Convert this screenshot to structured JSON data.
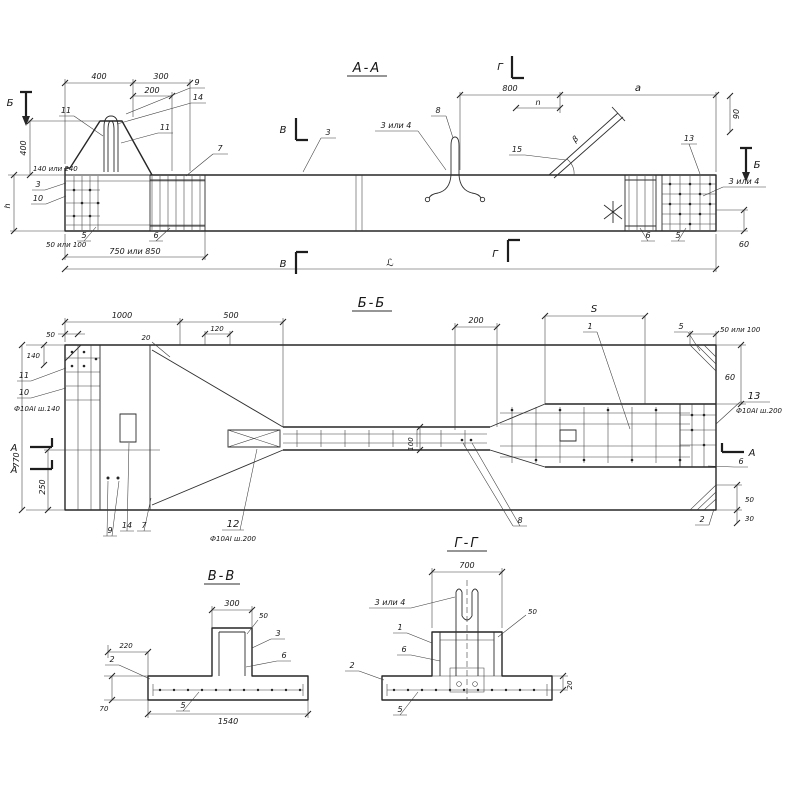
{
  "aa": {
    "title": "А-А",
    "cut_g": "Г",
    "cut_v": "В",
    "cut_b": "Б",
    "dim_400_top": "400",
    "dim_300": "300",
    "dim_200": "200",
    "dim_800": "800",
    "dim_a": "а",
    "dim_n": "n",
    "dim_90": "90",
    "dim_beta": "β",
    "dim_400_left": "400",
    "dim_rows": "140 или 240",
    "dim_h": "h",
    "dim_cover": "50 или 100",
    "dim_750": "750 или 850",
    "dim_length": "ℒ",
    "dim_60": "60",
    "lbl_9": "9",
    "lbl_14": "14",
    "lbl_11": "11",
    "lbl_7": "7",
    "lbl_3": "3",
    "lbl_3or4": "3 или 4",
    "lbl_8": "8",
    "lbl_15": "15",
    "lbl_13": "13",
    "lbl_5": "5",
    "lbl_6": "6",
    "lbl_10": "10"
  },
  "bb": {
    "title": "Б-Б",
    "cut_a": "А",
    "dim_1000": "1000",
    "dim_500": "500",
    "dim_120": "120",
    "dim_20": "20",
    "dim_200": "200",
    "dim_s": "S",
    "dim_50or100": "50 или 100",
    "dim_50": "50",
    "dim_140": "140",
    "dim_770": "770",
    "dim_250": "250",
    "dim_60": "60",
    "dim_100": "100",
    "dim_50b": "50",
    "dim_30": "30",
    "lbl_1": "1",
    "lbl_2": "2",
    "lbl_5": "5",
    "lbl_6": "6",
    "lbl_7": "7",
    "lbl_8": "8",
    "lbl_9": "9",
    "lbl_10": "10",
    "lbl_11": "11",
    "lbl_12": "12",
    "lbl_13": "13",
    "lbl_14": "14",
    "spec_left": "Ф10АI ш.140",
    "spec_mid": "Ф10АI ш.200",
    "spec_right": "Ф10АI ш.200"
  },
  "vv": {
    "title": "В-В",
    "dim_300": "300",
    "dim_50": "50",
    "dim_220": "220",
    "dim_70": "70",
    "dim_1540": "1540",
    "lbl_3": "3",
    "lbl_6": "6",
    "lbl_2": "2",
    "lbl_5": "5"
  },
  "gg": {
    "title": "Г-Г",
    "dim_700": "700",
    "dim_50": "50",
    "dim_20": "20",
    "lbl_3or4": "3 или 4",
    "lbl_1": "1",
    "lbl_6": "6",
    "lbl_2": "2",
    "lbl_5": "5"
  }
}
